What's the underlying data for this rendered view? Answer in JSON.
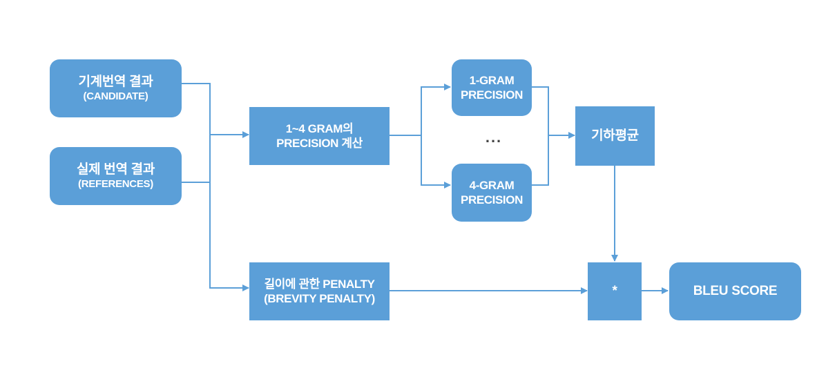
{
  "nodes": {
    "candidate": {
      "line1": "기계번역 결과",
      "line2": "(CANDIDATE)"
    },
    "references": {
      "line1": "실제 번역 결과",
      "line2": "(REFERENCES)"
    },
    "precision_calc": {
      "line1": "1~4 GRAM의",
      "line2": "PRECISION 계산"
    },
    "gram1": {
      "line1": "1-GRAM",
      "line2": "PRECISION"
    },
    "gram4": {
      "line1": "4-GRAM",
      "line2": "PRECISION"
    },
    "geo_mean": {
      "label": "기하평균"
    },
    "penalty": {
      "line1": "길이에 관한 PENALTY",
      "line2": "(BREVITY PENALTY)"
    },
    "multiply": {
      "label": "*"
    },
    "bleu": {
      "label": "BLEU SCORE"
    }
  },
  "ellipsis": "...",
  "colors": {
    "box": "#5b9fd8",
    "arrow": "#5b9fd8",
    "text": "#ffffff"
  }
}
